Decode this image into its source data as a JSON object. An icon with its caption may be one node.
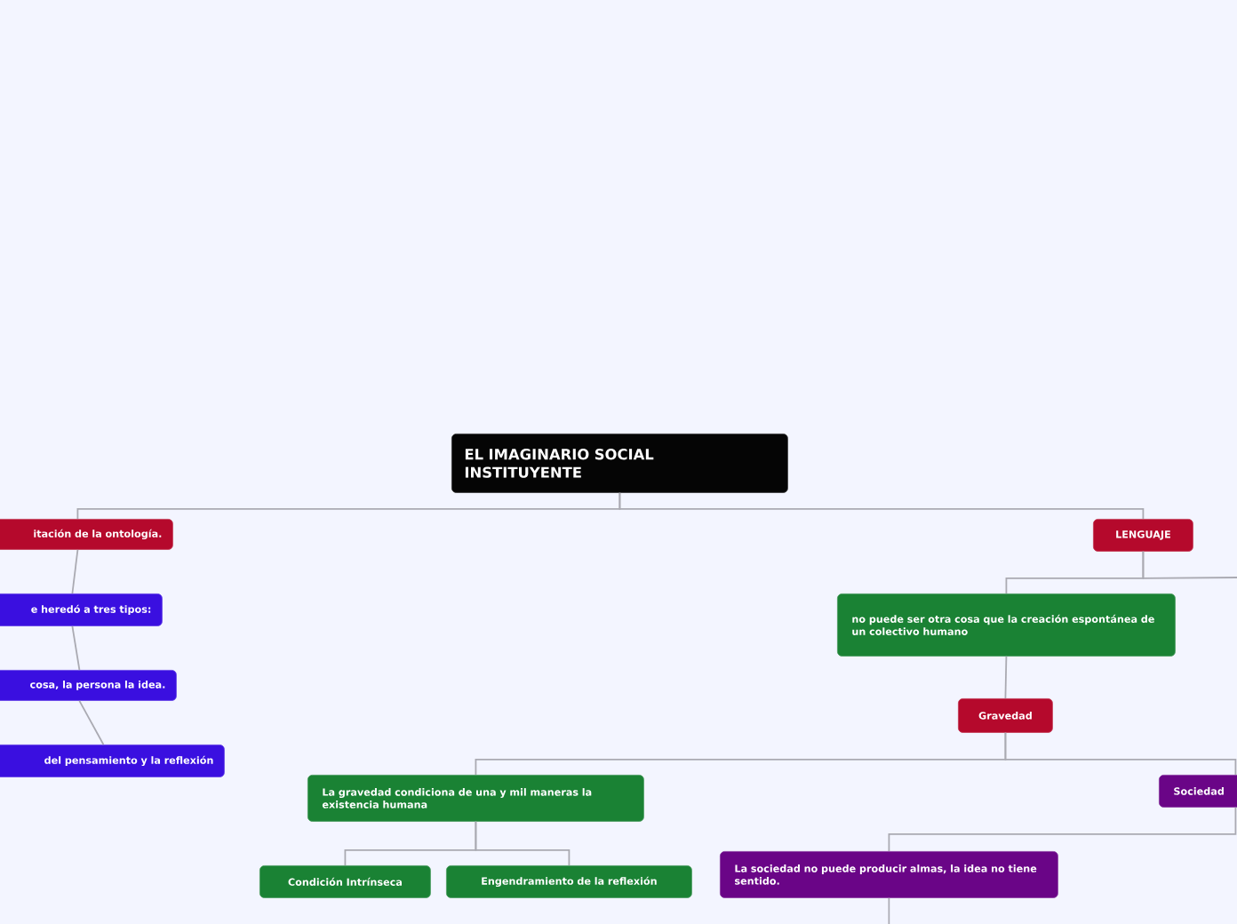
{
  "diagram": {
    "nodes": [
      {
        "text": [
          "EL IMAGINARIO SOCIAL INSTITUYENTE"
        ]
      },
      {
        "text": [
          "itación de la ontología."
        ]
      },
      {
        "text": [
          "e heredó a tres tipos:"
        ]
      },
      {
        "text": [
          "cosa, la persona la idea."
        ]
      },
      {
        "text": [
          "del pensamiento y la reflexión"
        ]
      },
      {
        "text": [
          "LENGUAJE"
        ]
      },
      {
        "text": [
          "no puede ser otra cosa que la creación espontánea de un colectivo humano"
        ]
      },
      {
        "text": [
          "Gravedad"
        ]
      },
      {
        "text": [
          "La gravedad condiciona de una y mil maneras la existencia humana"
        ]
      },
      {
        "text": [
          "Sociedad"
        ]
      },
      {
        "text": [
          "Condición Intrínseca"
        ]
      },
      {
        "text": [
          "Engendramiento de la reflexión"
        ]
      },
      {
        "text": [
          "La sociedad no puede producir almas, la idea no tiene sentido."
        ]
      }
    ],
    "edges": [
      {
        "from": 0,
        "to": 1,
        "arrow": "none"
      },
      {
        "from": 1,
        "to": 2,
        "arrow": "none"
      },
      {
        "from": 2,
        "to": 3,
        "arrow": "none"
      },
      {
        "from": 3,
        "to": 4,
        "arrow": "none"
      },
      {
        "from": 0,
        "to": 5,
        "arrow": "none"
      },
      {
        "from": 5,
        "to": 6,
        "arrow": "none"
      },
      {
        "from": 5,
        "to": null,
        "arrow": "none"
      },
      {
        "from": 6,
        "to": 7,
        "arrow": "none"
      },
      {
        "from": 7,
        "to": 8,
        "arrow": "none"
      },
      {
        "from": 7,
        "to": 9,
        "arrow": "none"
      },
      {
        "from": 8,
        "to": 10,
        "arrow": "none"
      },
      {
        "from": 8,
        "to": 11,
        "arrow": "none"
      },
      {
        "from": 9,
        "to": 12,
        "arrow": "none"
      },
      {
        "from": 12,
        "to": null,
        "arrow": "none"
      }
    ]
  }
}
